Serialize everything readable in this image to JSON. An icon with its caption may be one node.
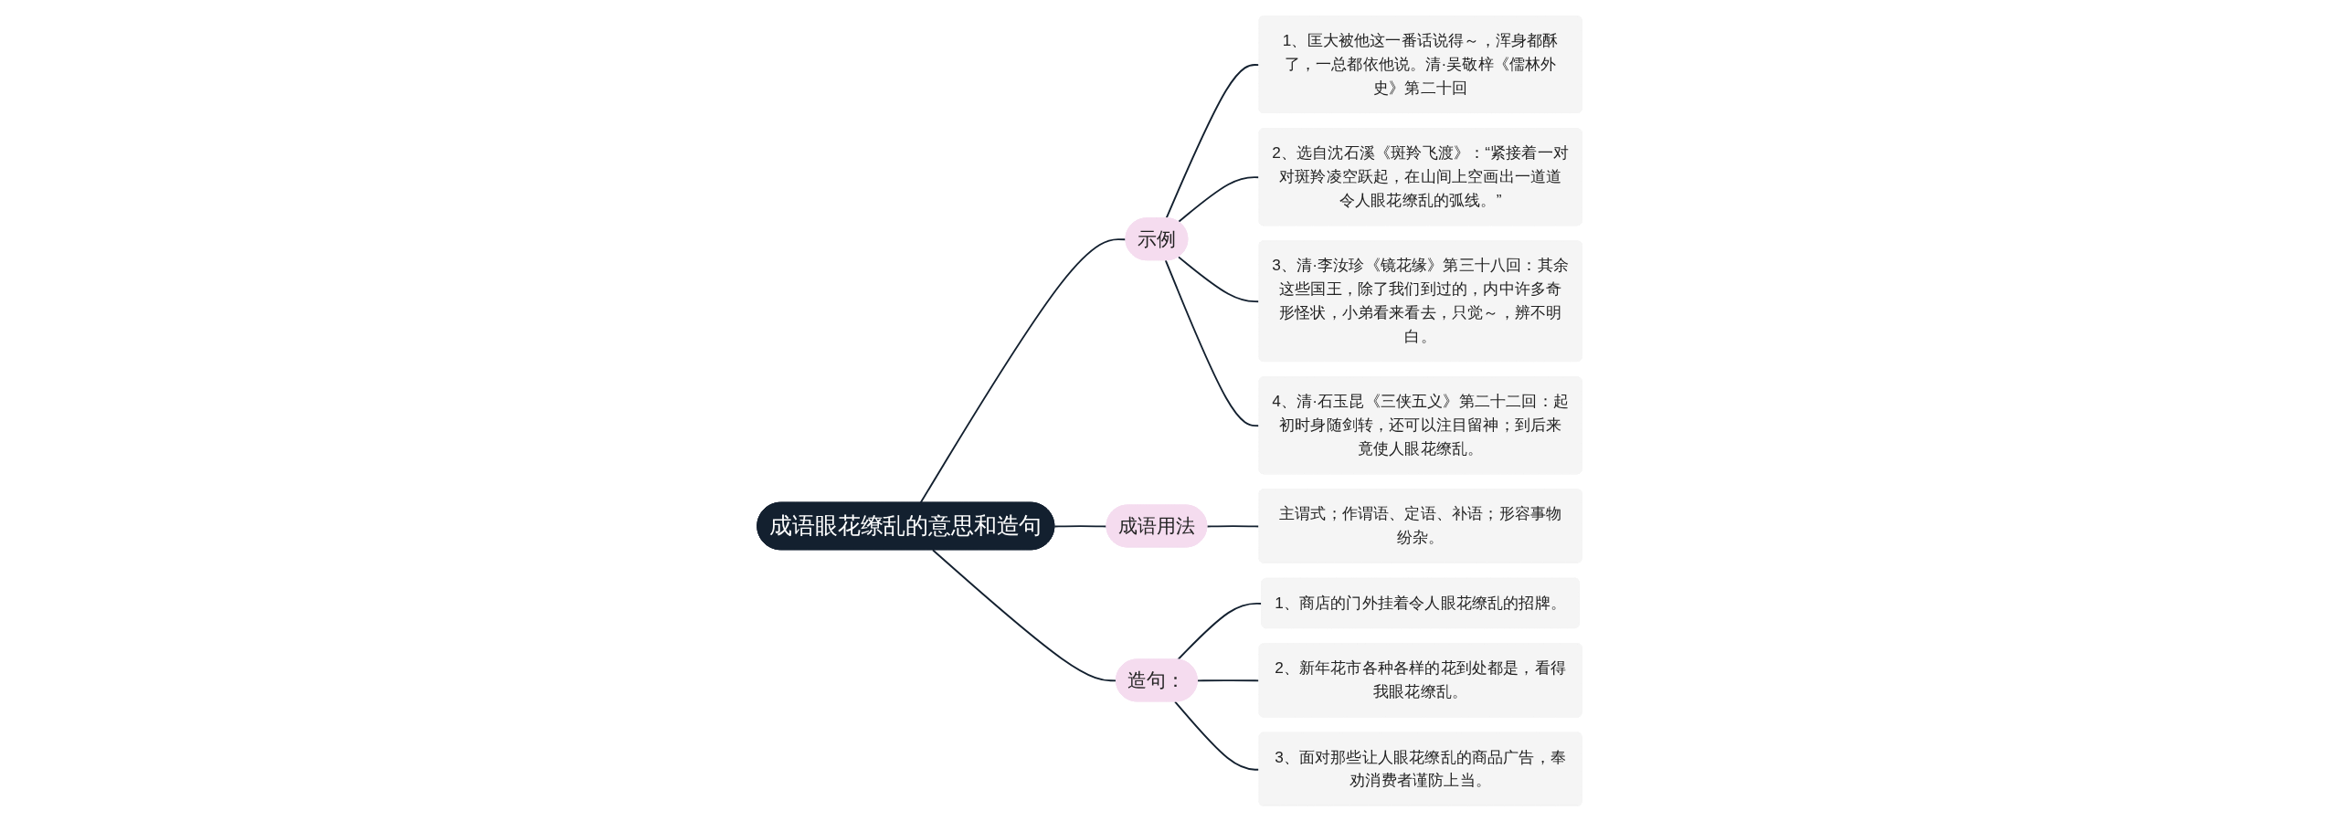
{
  "diagram": {
    "nodes": [
      {
        "text": [
          "成语眼花缭乱的意思和造句"
        ]
      },
      {
        "text": [
          "示例"
        ]
      },
      {
        "text": [
          "1、匡大被他这一番话说得～，浑身都酥了，一总都依他说。清·吴敬梓《儒林外史》第二十回"
        ]
      },
      {
        "text": [
          "2、选自沈石溪《斑羚飞渡》：“紧接着一对对斑羚凌空跃起，在山间上空画出一道道令人眼花缭乱的弧线。”"
        ]
      },
      {
        "text": [
          "3、清·李汝珍《镜花缘》第三十八回：其余这些国王，除了我们到过的，内中许多奇形怪状，小弟看来看去，只觉～，辨不明白。"
        ]
      },
      {
        "text": [
          "4、清·石玉昆《三侠五义》第二十二回：起初时身随剑转，还可以注目留神；到后来竟使人眼花缭乱。"
        ]
      },
      {
        "text": [
          "成语用法"
        ]
      },
      {
        "text": [
          "主谓式；作谓语、定语、补语；形容事物纷杂。"
        ]
      },
      {
        "text": [
          "造句："
        ]
      },
      {
        "text": [
          "1、商店的门外挂着令人眼花缭乱的招牌。"
        ]
      },
      {
        "text": [
          "2、新年花市各种各样的花到处都是，看得我眼花缭乱。"
        ]
      },
      {
        "text": [
          "3、面对那些让人眼花缭乱的商品广告，奉劝消费者谨防上当。"
        ]
      }
    ],
    "edges": [
      {
        "from": 0,
        "to": 1,
        "arrow": "none"
      },
      {
        "from": 1,
        "to": 2,
        "arrow": "none"
      },
      {
        "from": 1,
        "to": 3,
        "arrow": "none"
      },
      {
        "from": 1,
        "to": 4,
        "arrow": "none"
      },
      {
        "from": 1,
        "to": 5,
        "arrow": "none"
      },
      {
        "from": 0,
        "to": 6,
        "arrow": "none"
      },
      {
        "from": 6,
        "to": 7,
        "arrow": "none"
      },
      {
        "from": 0,
        "to": 8,
        "arrow": "none"
      },
      {
        "from": 8,
        "to": 9,
        "arrow": "none"
      },
      {
        "from": 8,
        "to": 10,
        "arrow": "none"
      },
      {
        "from": 8,
        "to": 11,
        "arrow": "none"
      }
    ]
  }
}
